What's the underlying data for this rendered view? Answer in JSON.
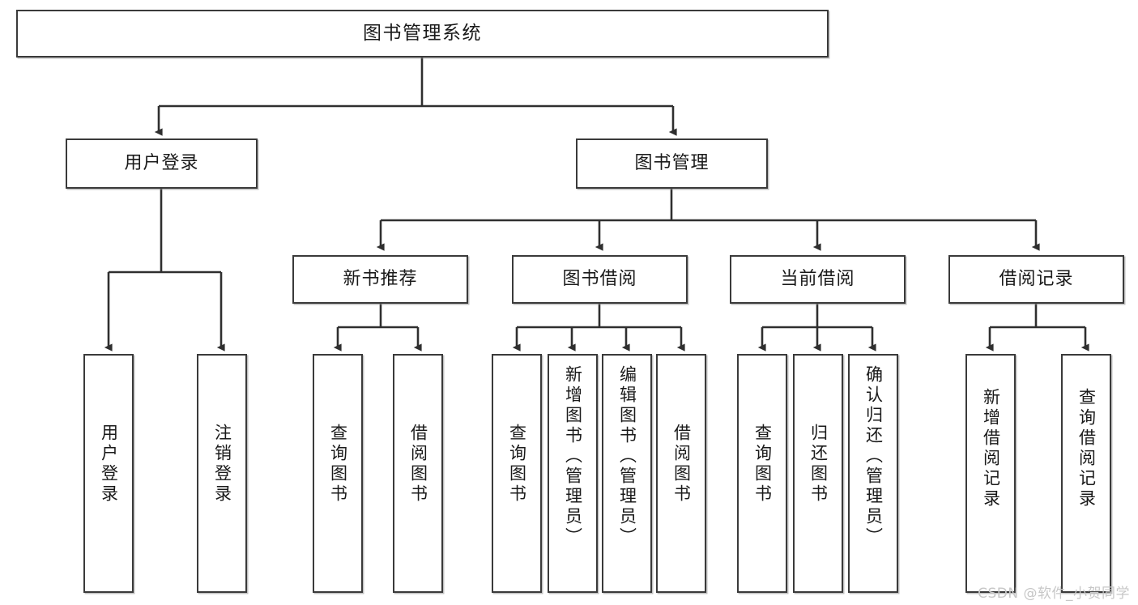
{
  "diagram": {
    "type": "tree-hierarchy-chart",
    "title": "图书管理系统",
    "orientation": "top-down",
    "colors": {
      "box_border": "#3a3a3a",
      "box_fill": "#ffffff",
      "connector": "#2f2f2f",
      "text": "#1a1a1a",
      "watermark": "#c7c7c7"
    },
    "root": {
      "id": "root",
      "label": "图书管理系统"
    },
    "level2": [
      {
        "id": "user-login",
        "label": "用户登录"
      },
      {
        "id": "book-management",
        "label": "图书管理"
      }
    ],
    "level3": [
      {
        "id": "new-book-recommend",
        "label": "新书推荐",
        "parent": "book-management"
      },
      {
        "id": "book-borrow",
        "label": "图书借阅",
        "parent": "book-management"
      },
      {
        "id": "current-borrow",
        "label": "当前借阅",
        "parent": "book-management"
      },
      {
        "id": "borrow-record",
        "label": "借阅记录",
        "parent": "book-management"
      }
    ],
    "leaves": {
      "user-login": [
        {
          "id": "leaf-user-login",
          "label": "用户登录"
        },
        {
          "id": "leaf-user-logout",
          "label": "注销登录"
        }
      ],
      "new-book-recommend": [
        {
          "id": "leaf-query-book-1",
          "label": "查询图书"
        },
        {
          "id": "leaf-borrow-book-1",
          "label": "借阅图书"
        }
      ],
      "book-borrow": [
        {
          "id": "leaf-query-book-2",
          "label": "查询图书"
        },
        {
          "id": "leaf-add-book",
          "label": "新增图书（管理员）"
        },
        {
          "id": "leaf-edit-book",
          "label": "编辑图书（管理员）"
        },
        {
          "id": "leaf-borrow-book-2",
          "label": "借阅图书"
        }
      ],
      "current-borrow": [
        {
          "id": "leaf-query-book-3",
          "label": "查询图书"
        },
        {
          "id": "leaf-return-book",
          "label": "归还图书"
        },
        {
          "id": "leaf-confirm-return",
          "label": "确认归还（管理员）"
        }
      ],
      "borrow-record": [
        {
          "id": "leaf-add-record",
          "label": "新增借阅记录"
        },
        {
          "id": "leaf-query-record",
          "label": "查询借阅记录"
        }
      ]
    }
  },
  "watermark": {
    "text": "CSDN @软件_小贺同学"
  }
}
